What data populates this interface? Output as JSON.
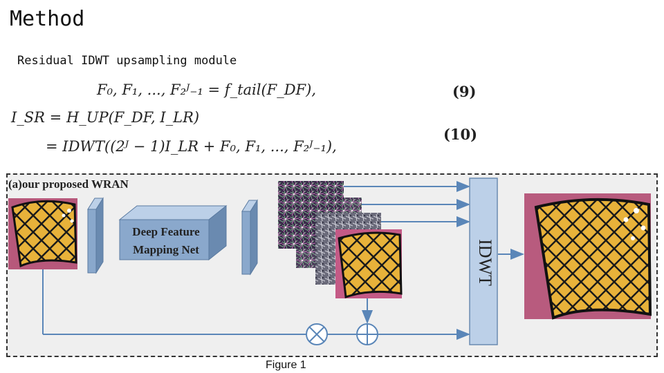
{
  "slide": {
    "title": "Method",
    "subtitle": "Residual IDWT upsampling module"
  },
  "equations": {
    "eq9": "F₀, F₁, ..., F₂ᴶ₋₁ = f_tail(F_DF),",
    "eq9_number": "(9)",
    "eq10_line1": "I_SR = H_UP(F_DF, I_LR)",
    "eq10_line2": "= IDWT((2ᴶ − 1)I_LR + F₀, F₁, ..., F₂ᴶ₋₁),",
    "eq10_number": "(10)"
  },
  "figure": {
    "panel_title": "(a)our proposed WRAN",
    "dfm_line1": "Deep Feature",
    "dfm_line2": "Mapping Net",
    "idwt_label": "IDWT",
    "caption": "Figure 1"
  },
  "colors": {
    "panel_bg": "#efefef",
    "block_blue": "#8aa8cc",
    "block_blue_light": "#bcd0e8",
    "arrow_blue": "#5a86b8",
    "butterfly_yellow": "#e8b23a",
    "butterfly_orange": "#d98a2a",
    "flower_pink": "#c45a86"
  }
}
